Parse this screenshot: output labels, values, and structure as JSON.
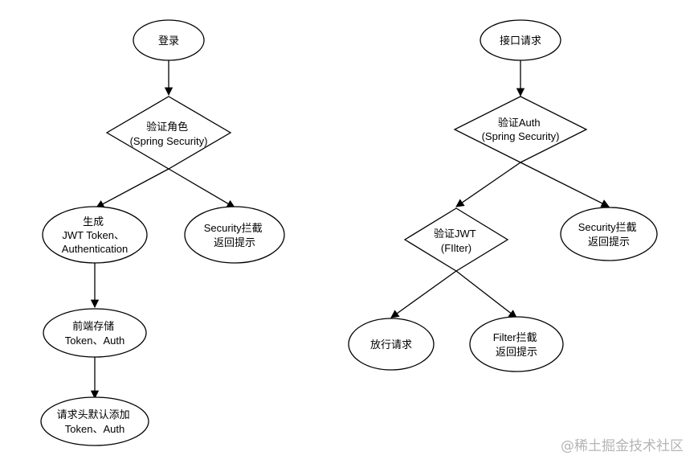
{
  "left_flow": {
    "login": [
      "登录"
    ],
    "verify_role": [
      "验证角色",
      "(Spring Security)"
    ],
    "generate_token": [
      "生成",
      "JWT Token、",
      "Authentication"
    ],
    "security_block": [
      "Security拦截",
      "返回提示"
    ],
    "frontend_store": [
      "前端存储",
      "Token、Auth"
    ],
    "request_header": [
      "请求头默认添加",
      "Token、Auth"
    ]
  },
  "right_flow": {
    "api_request": [
      "接口请求"
    ],
    "verify_auth": [
      "验证Auth",
      "(Spring Security)"
    ],
    "verify_jwt": [
      "验证JWT",
      "(FIlter)"
    ],
    "security_block": [
      "Security拦截",
      "返回提示"
    ],
    "allow_request": [
      "放行请求"
    ],
    "filter_block": [
      "Filter拦截",
      "返回提示"
    ]
  },
  "watermark": "@稀土掘金技术社区"
}
